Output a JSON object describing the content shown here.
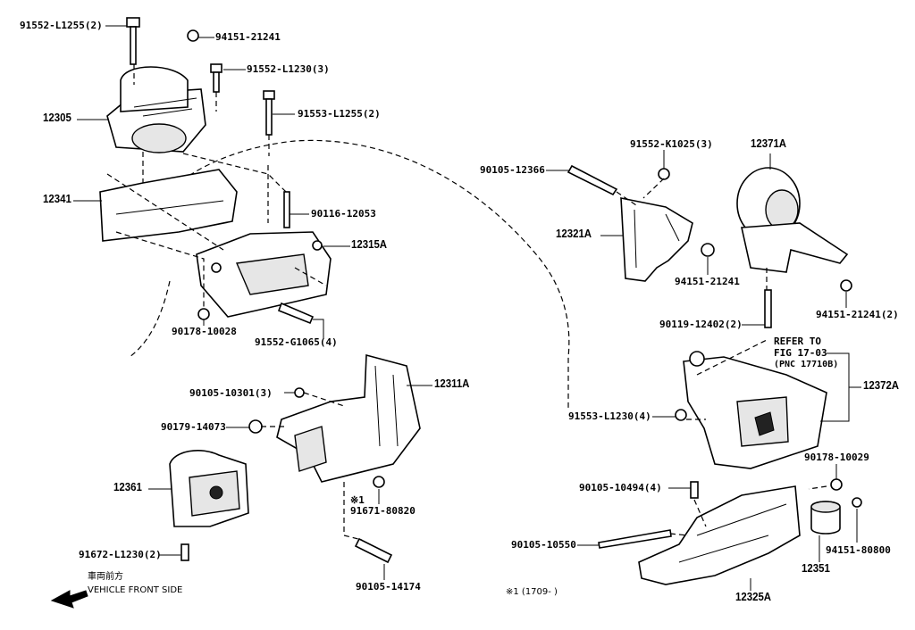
{
  "parts": {
    "p91552_L1255": "91552-L1255(2)",
    "p94151_21241_a": "94151-21241",
    "p91552_L1230": "91552-L1230(3)",
    "p91553_L1255": "91553-L1255(2)",
    "p12305": "12305",
    "p12341": "12341",
    "p90116_12053": "90116-12053",
    "p12315A": "12315A",
    "p90178_10028": "90178-10028",
    "p91552_G1065": "91552-G1065(4)",
    "p90105_10301": "90105-10301(3)",
    "p12311A": "12311A",
    "p90179_14073": "90179-14073",
    "p12361": "12361",
    "p91671_80820": "91671-80820",
    "p91672_L1230": "91672-L1230(2)",
    "p90105_14174": "90105-14174",
    "p90105_12366": "90105-12366",
    "p91552_K1025": "91552-K1025(3)",
    "p12371A": "12371A",
    "p12321A": "12321A",
    "p94151_21241_b": "94151-21241",
    "p94151_21241_c": "94151-21241(2)",
    "p90119_12402": "90119-12402(2)",
    "p12372A": "12372A",
    "p91553_L1230": "91553-L1230(4)",
    "p90178_10029": "90178-10029",
    "p90105_10494": "90105-10494(4)",
    "p90105_10550": "90105-10550",
    "p94151_80800": "94151-80800",
    "p12351": "12351",
    "p12325A": "12325A"
  },
  "refer": {
    "line1": "REFER TO",
    "line2": "FIG 17-03",
    "line3": "(PNC 17710B)"
  },
  "footnote_mark": "※1",
  "footnote_text": "※1 (1709-      )",
  "front_jp": "車両前方",
  "front_en": "VEHICLE FRONT SIDE"
}
